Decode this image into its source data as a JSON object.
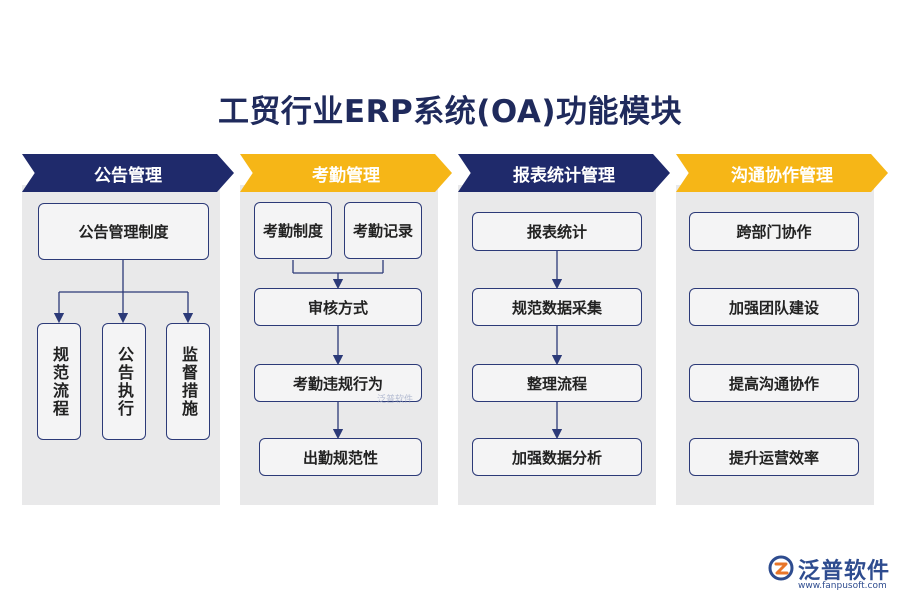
{
  "title": "工贸行业ERP系统(OA)功能模块",
  "modules": [
    {
      "header": "公告管理",
      "top": "公告管理制度",
      "children": [
        "规范流程",
        "公告执行",
        "监督措施"
      ]
    },
    {
      "header": "考勤管理",
      "inputs": [
        "考勤制度",
        "考勤记录"
      ],
      "steps": [
        "审核方式",
        "考勤违规行为",
        "出勤规范性"
      ]
    },
    {
      "header": "报表统计管理",
      "steps": [
        "报表统计",
        "规范数据采集",
        "整理流程",
        "加强数据分析"
      ]
    },
    {
      "header": "沟通协作管理",
      "items": [
        "跨部门协作",
        "加强团队建设",
        "提高沟通协作",
        "提升运营效率"
      ]
    }
  ],
  "watermark": "泛普软件",
  "logo": {
    "name": "泛普软件",
    "url": "www.fanpusoft.com"
  },
  "colors": {
    "navy": "#1f2a6b",
    "gold": "#f6b617",
    "panel": "#e9e9ea",
    "line": "#2c3a78"
  }
}
